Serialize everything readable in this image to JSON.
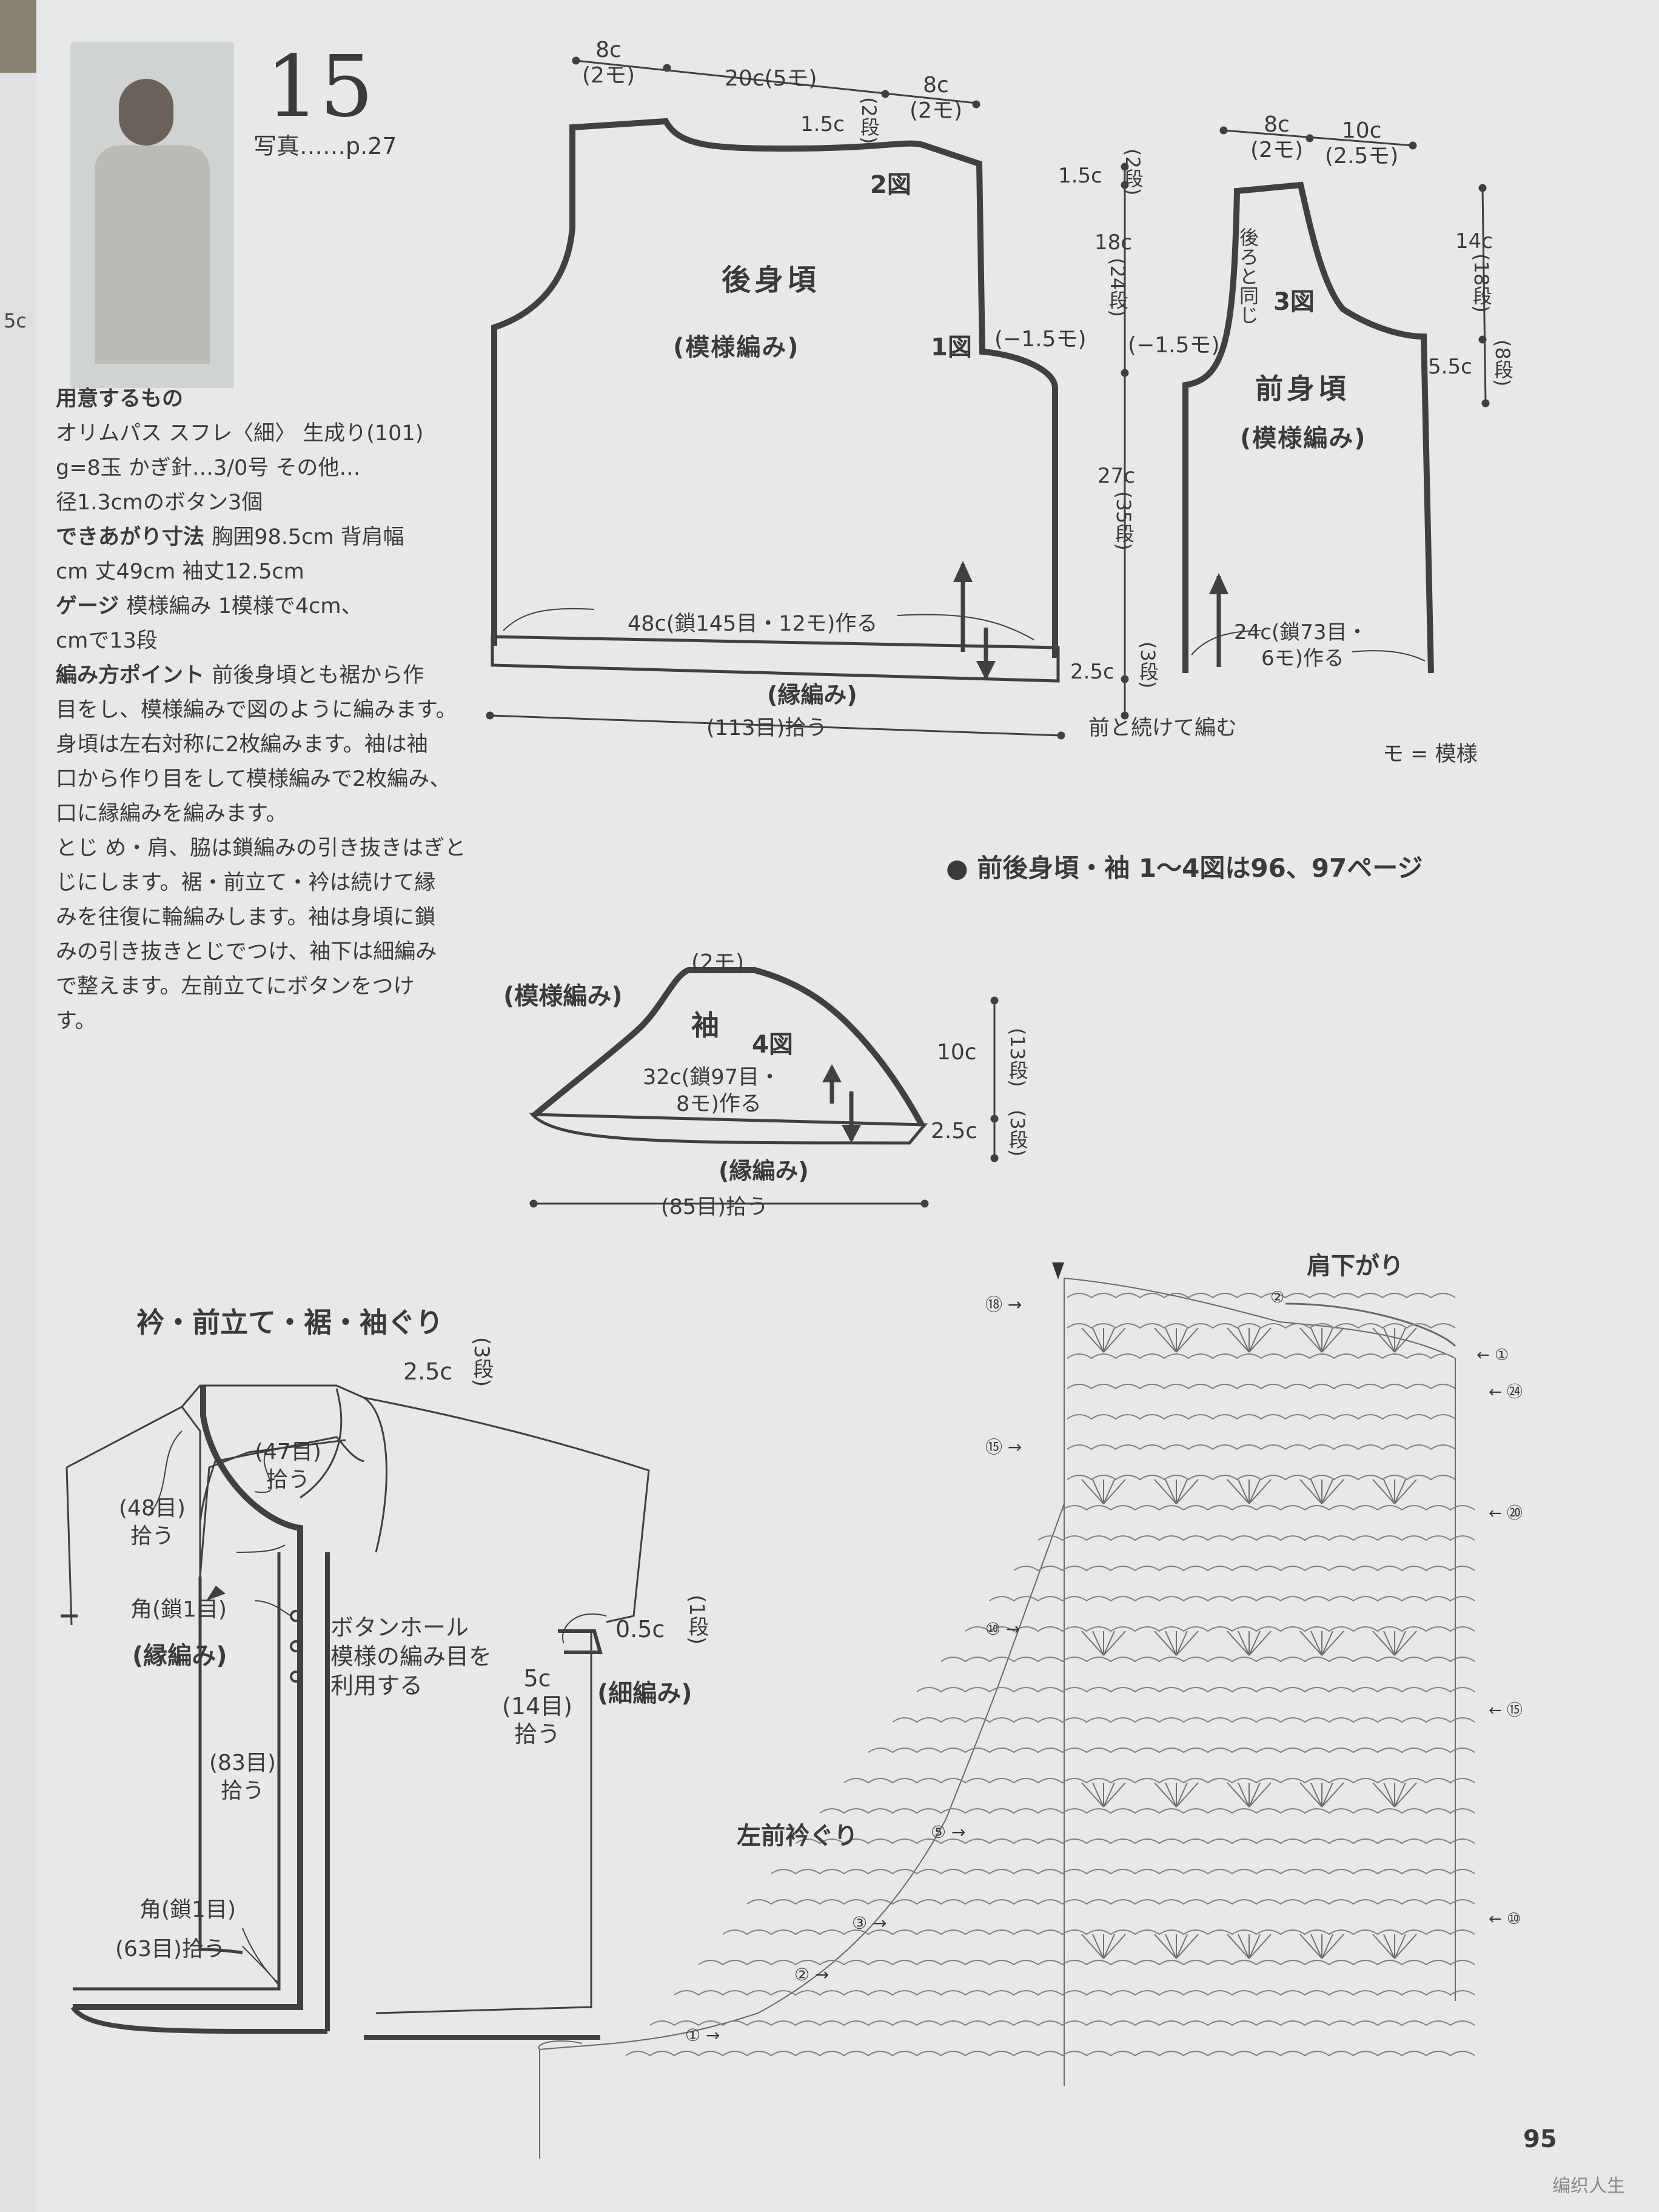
{
  "pattern_no": "15",
  "photo_ref": "写真……p.27",
  "left_page_fragments": [
    "5c",
    "(2",
    "段)"
  ],
  "instructions": [
    {
      "label": "用意するもの",
      "text": ""
    },
    {
      "label": "",
      "text": "オリムパス スフレ〈細〉 生成り(101)"
    },
    {
      "label": "",
      "text": "g=8玉  かぎ針…3/0号  その他…"
    },
    {
      "label": "",
      "text": "径1.3cmのボタン3個"
    },
    {
      "label": "できあがり寸法",
      "text": "胸囲98.5cm  背肩幅"
    },
    {
      "label": "",
      "text": "cm  丈49cm  袖丈12.5cm"
    },
    {
      "label": "ゲージ",
      "text": "模様編み 1模様で4cm、"
    },
    {
      "label": "",
      "text": "cmで13段"
    },
    {
      "label": "編み方ポイント",
      "text": "前後身頃とも裾から作"
    },
    {
      "label": "",
      "text": "目をし、模様編みで図のように編みます。"
    },
    {
      "label": "",
      "text": "身頃は左右対称に2枚編みます。袖は袖"
    },
    {
      "label": "",
      "text": "口から作り目をして模様編みで2枚編み、"
    },
    {
      "label": "",
      "text": "口に縁編みを編みます。"
    },
    {
      "label": "",
      "text": "とじ め・肩、脇は鎖編みの引き抜きはぎと"
    },
    {
      "label": "",
      "text": "じにします。裾・前立て・衿は続けて縁"
    },
    {
      "label": "",
      "text": "みを往復に輪編みします。袖は身頃に鎖"
    },
    {
      "label": "",
      "text": "みの引き抜きとじでつけ、袖下は細編み"
    },
    {
      "label": "",
      "text": "で整えます。左前立てにボタンをつけ"
    },
    {
      "label": "",
      "text": "す。"
    }
  ],
  "back_body": {
    "title": "後身頃",
    "stitch": "(模様編み)",
    "fig1": "1図",
    "fig2": "2図",
    "top_dims": [
      "8c",
      "(2モ)",
      "20c(5モ)",
      "8c",
      "(2モ)"
    ],
    "neck_dim": "1.5c",
    "neck_rows": "(2段)",
    "armhole_dec": "(−1.5モ)",
    "cast_on": "48c(鎖145目・12モ)作る",
    "border": "(縁編み)",
    "pickup": "(113目)拾う",
    "continue_note": "前と続けて編む",
    "side_dims": [
      "1.5c",
      "(2段)",
      "18c",
      "(24段)",
      "27c",
      "(35段)",
      "2.5c",
      "(3段)"
    ]
  },
  "front_body": {
    "title": "前身頃",
    "stitch": "(模様編み)",
    "fig3": "3図",
    "same_as_back": "後ろと同じ",
    "armhole_dec": "(−1.5モ)",
    "top_dims": [
      "8c",
      "(2モ)",
      "10c",
      "(2.5モ)"
    ],
    "side_dims": [
      "14c",
      "(18段)",
      "5.5c",
      "(8段)"
    ],
    "cast_on_1": "24c(鎖73目・",
    "cast_on_2": "6モ)作る"
  },
  "legend": "モ = 模様",
  "page_ref": "● 前後身頃・袖 1〜4図は96、97ページ",
  "sleeve": {
    "title": "袖",
    "fig4": "4図",
    "stitch": "(模様編み)",
    "top_dim": "(2モ)",
    "cast_on_1": "32c(鎖97目・",
    "cast_on_2": "8モ)作る",
    "border": "(縁編み)",
    "pickup": "(85目)拾う",
    "side_dims": [
      "10c",
      "(13段)",
      "2.5c",
      "(3段)"
    ]
  },
  "collar": {
    "title": "衿・前立て・裾・袖ぐり",
    "dim_top": "2.5c",
    "dim_top_rows": "(3段)",
    "neck_pick": [
      "(47目)",
      "拾う"
    ],
    "front_neck_pick": [
      "(48目)",
      "拾う"
    ],
    "corner": "角(鎖1目)",
    "border": "(縁編み)",
    "buttonhole": [
      "ボタンホール",
      "模様の編み目を",
      "利用する"
    ],
    "sleeve_dim": "0.5c",
    "sleeve_rows": "(1段)",
    "sleeve_pick": [
      "5c",
      "(14目)",
      "拾う"
    ],
    "sleeve_stitch": "(細編み)",
    "front_pick": [
      "(83目)",
      "拾う"
    ],
    "corner2": "角(鎖1目)",
    "hem_pick": "(63目)拾う"
  },
  "chart": {
    "shoulder": "肩下がり",
    "left_neck": "左前衿ぐり",
    "left_markers": [
      "⑱",
      "⑮",
      "⑩",
      "⑤",
      "③",
      "②",
      "①"
    ],
    "right_markers": [
      "①",
      "㉔",
      "⑳",
      "⑮",
      "⑩"
    ],
    "top_marker": "②"
  },
  "page_number": "95",
  "watermark": "编织人生"
}
